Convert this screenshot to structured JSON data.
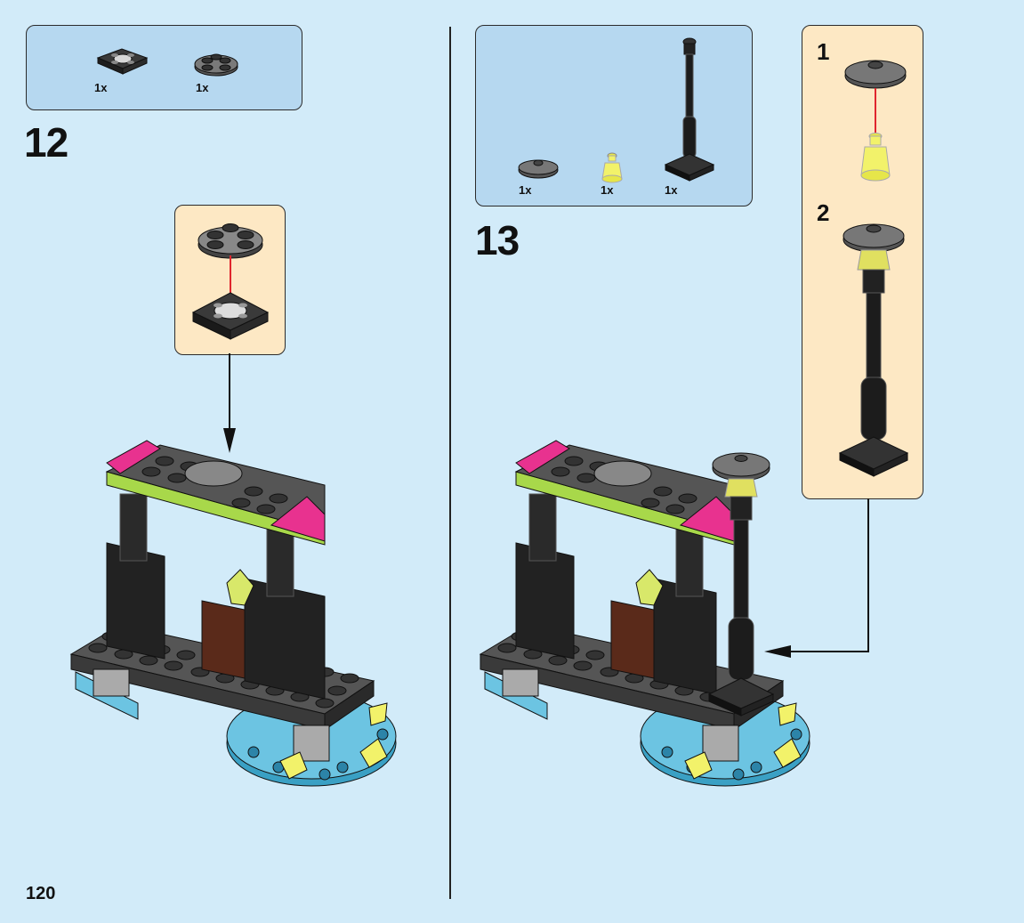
{
  "page": {
    "number": "120"
  },
  "step12": {
    "number": "12",
    "parts": [
      {
        "qty": "1x",
        "icon": "black-2x2-plate-with-holes"
      },
      {
        "qty": "1x",
        "icon": "dark-grey-round-plate"
      }
    ]
  },
  "step13": {
    "number": "13",
    "parts": [
      {
        "qty": "1x",
        "icon": "dark-grey-dish"
      },
      {
        "qty": "1x",
        "icon": "trans-yellow-lamp-cone"
      },
      {
        "qty": "1x",
        "icon": "black-lamp-post"
      }
    ],
    "substeps": [
      {
        "number": "1"
      },
      {
        "number": "2"
      }
    ]
  },
  "colors": {
    "background": "#d2ebf9",
    "parts_box": "#b6d8f0",
    "callout": "#fde8c4",
    "arrow_red": "#e0262e",
    "brick_black": "#2a2a2a",
    "brick_grey": "#6b6b6b",
    "magenta": "#e8328f",
    "lime": "#a8d84a",
    "azure": "#5fc0df",
    "trans_yellow": "#f2f26a",
    "brown": "#5a2a1a"
  }
}
